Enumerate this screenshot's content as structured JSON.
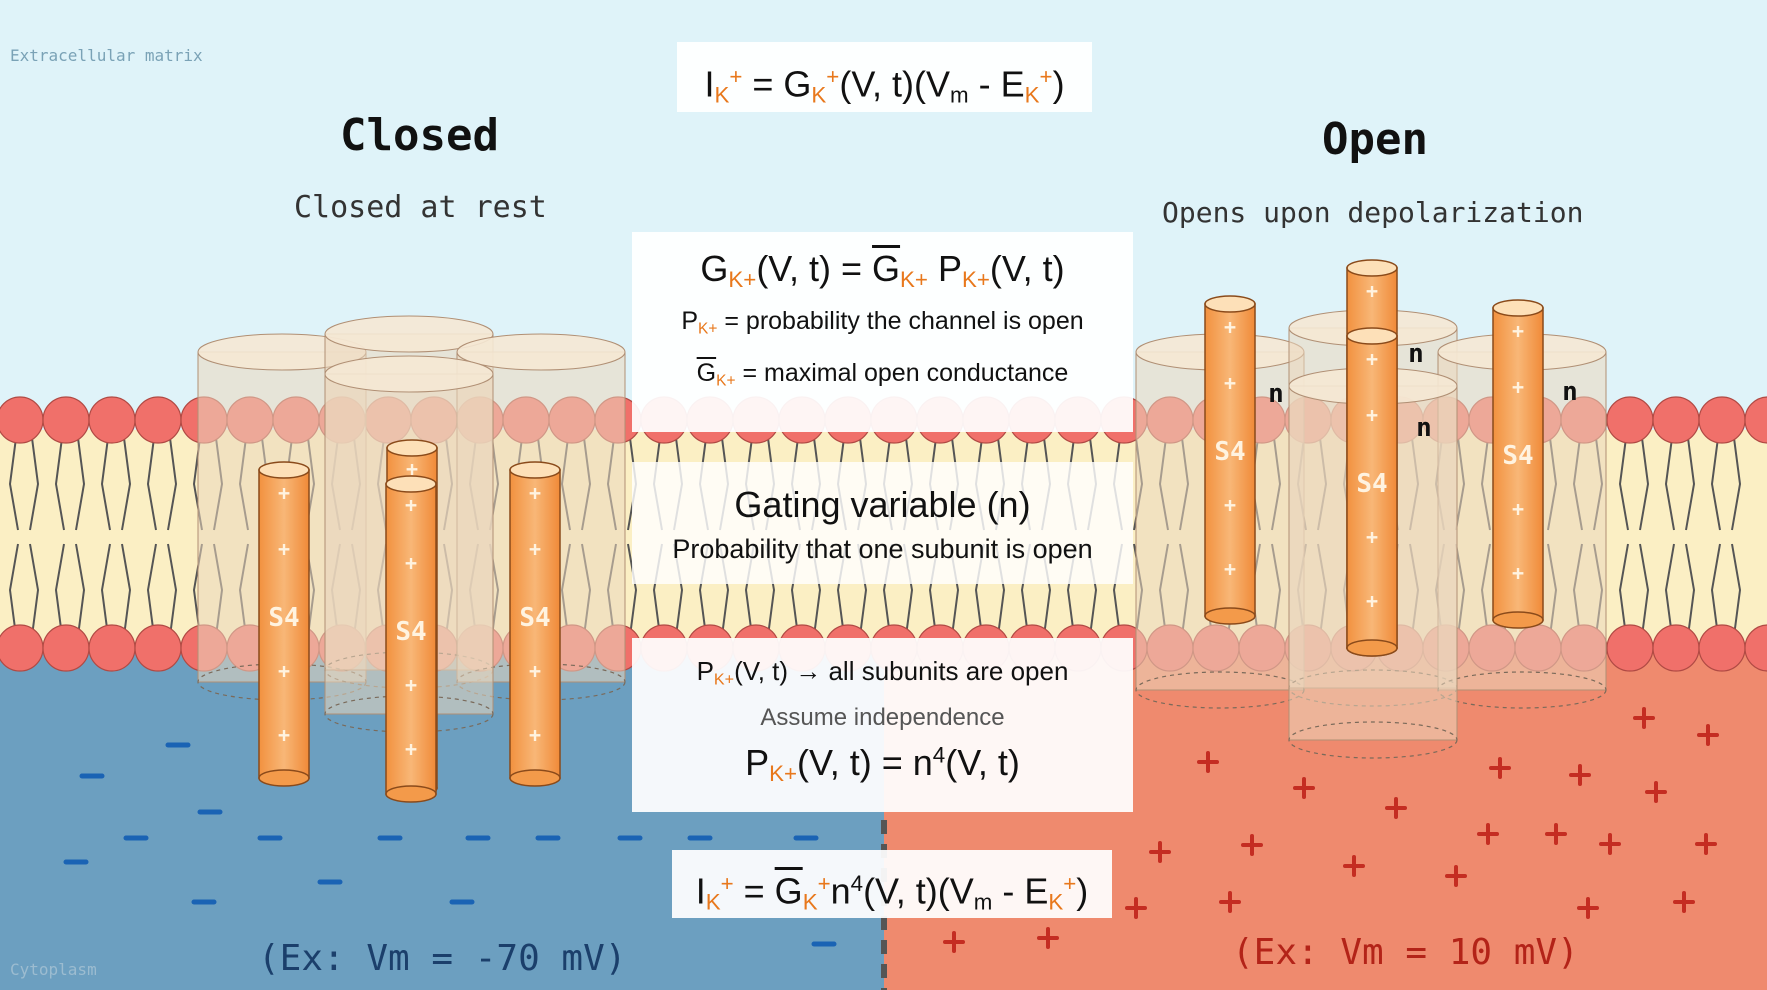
{
  "labels": {
    "extracellular": "Extracellular matrix",
    "cytoplasm": "Cytoplasm",
    "closed_title": "Closed",
    "closed_subtitle": "Closed at rest",
    "open_title": "Open",
    "open_subtitle": "Opens upon depolarization",
    "left_example": "(Ex: Vm = -70 mV)",
    "right_example": "(Ex: Vm = 10 mV)",
    "s4": "S4",
    "n": "n",
    "plus": "+",
    "minus": "-"
  },
  "eq_top": {
    "I": "I",
    "ion": "K",
    "charge": "+",
    "eq": " = G",
    "mid": "(V, t)(V",
    "m": "m",
    "minus_E": " - E",
    "close": ")"
  },
  "conductance_box": {
    "line1_G": "G",
    "line1_ion": "K+",
    "line1_mid": "(V, t) = ",
    "line1_Gbar": "G",
    "line1_P": " P",
    "line1_end": "(V, t)",
    "line2_P": "P",
    "line2_ion": "K+",
    "line2_text": " = probability the channel is open",
    "line3_Gbar": "G",
    "line3_ion": "K+",
    "line3_text": " = maximal open conductance"
  },
  "gating_box": {
    "title": "Gating variable (n)",
    "subtitle": "Probability that one subunit is open"
  },
  "prob_box": {
    "line1_P": "P",
    "line1_ion": "K+",
    "line1_text": "(V, t) → all subunits are open",
    "line2": "Assume independence",
    "line3_P": "P",
    "line3_ion": "K+",
    "line3_mid": "(V, t) = n",
    "line3_exp": "4",
    "line3_end": "(V, t)"
  },
  "eq_bottom": {
    "I": "I",
    "ion": "K",
    "charge": "+",
    "eq": " = ",
    "Gbar": "G",
    "n": "n",
    "exp": "4",
    "mid": "(V, t)(V",
    "m": "m",
    "minus_E": " - E",
    "close": ")"
  },
  "colors": {
    "extracellular_bg": "#dff3f9",
    "cytoplasm_left": "#6c9fc0",
    "cytoplasm_right": "#ef8a6e",
    "lipid_head": "#f0706a",
    "membrane_core": "#fbefc4",
    "channel_orange": "#f5a05a",
    "ion_orange": "#e8781c",
    "minus_blue": "#1a63b4",
    "plus_red": "#c42d22"
  }
}
